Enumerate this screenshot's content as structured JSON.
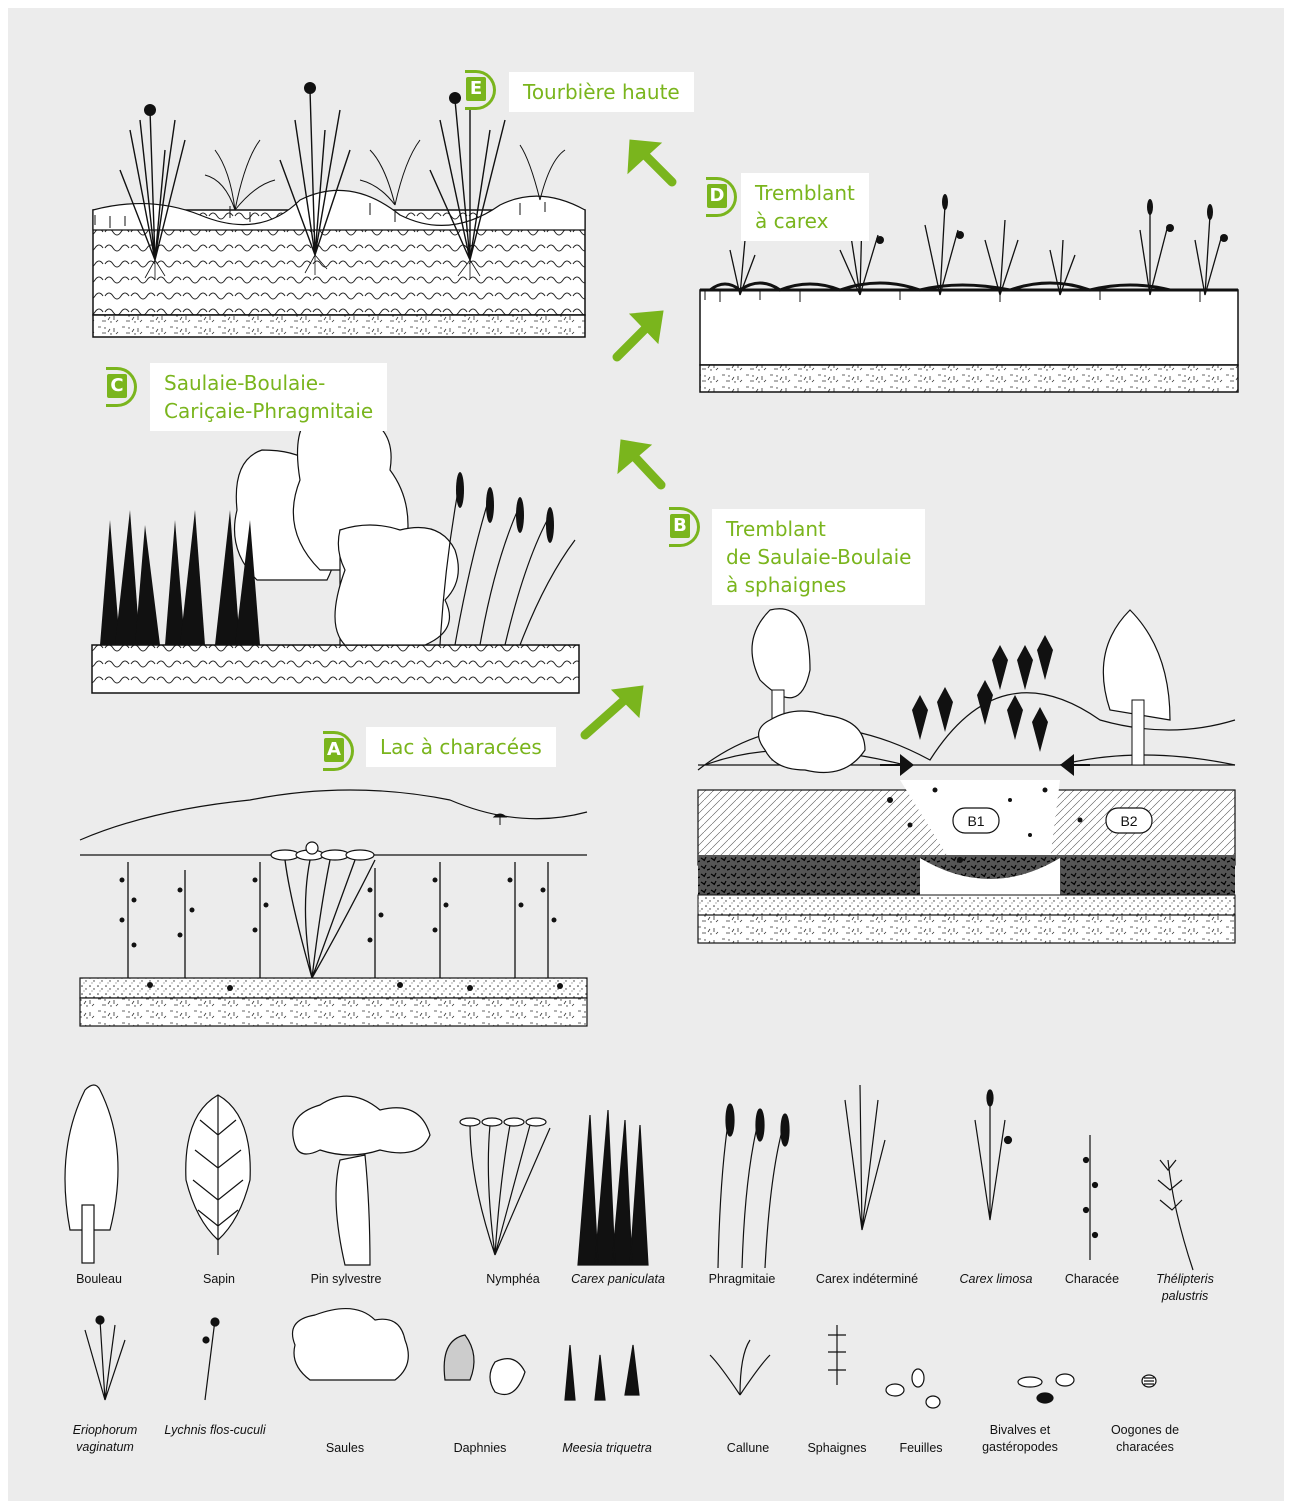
{
  "stages": {
    "a": {
      "letter": "A",
      "label": "Lac à characées"
    },
    "b": {
      "letter": "B",
      "line1": "Tremblant",
      "line2": "de Saulaie-Boulaie",
      "line3": "à sphaignes",
      "tag1": "B1",
      "tag2": "B2"
    },
    "c": {
      "letter": "C",
      "line1": "Saulaie-Boulaie-",
      "line2": "Cariçaie-Phragmitaie"
    },
    "d": {
      "letter": "D",
      "line1": "Tremblant",
      "line2": "à carex"
    },
    "e": {
      "letter": "E",
      "label": "Tourbière haute"
    }
  },
  "legend": [
    {
      "label": "Bouleau",
      "italic": false
    },
    {
      "label": "Sapin",
      "italic": false
    },
    {
      "label": "Pin sylvestre",
      "italic": false
    },
    {
      "label": "Nymphéa",
      "italic": false
    },
    {
      "label": "Carex paniculata",
      "italic": true
    },
    {
      "label": "Phragmitaie",
      "italic": false
    },
    {
      "label": "Carex indéterminé",
      "italic": false
    },
    {
      "label": "Carex limosa",
      "italic": true
    },
    {
      "label": "Characée",
      "italic": false
    },
    {
      "label": "Thélipteris palustris",
      "italic": true
    },
    {
      "label": "Eriophorum vaginatum",
      "italic": true
    },
    {
      "label": "Lychnis flos-cuculi",
      "italic": true
    },
    {
      "label": "Saules",
      "italic": false
    },
    {
      "label": "Daphnies",
      "italic": false
    },
    {
      "label": "Meesia triquetra",
      "italic": true
    },
    {
      "label": "Callune",
      "italic": false
    },
    {
      "label": "Sphaignes",
      "italic": false
    },
    {
      "label": "Feuilles",
      "italic": false
    },
    {
      "label": "Bivalves et gastéropodes",
      "italic": false
    },
    {
      "label": "Oogones de characées",
      "italic": false
    }
  ],
  "colors": {
    "accent": "#7ab51d",
    "panel": "#ececec",
    "ink": "#111111"
  },
  "icons": [
    "arrow-up-right-icon",
    "arrow-up-left-icon",
    "birch-icon",
    "fir-icon",
    "pine-icon",
    "waterlily-icon",
    "sedge-icon",
    "reed-icon",
    "chara-icon",
    "fern-icon",
    "willow-icon",
    "daphnia-icon",
    "moss-icon",
    "heather-icon",
    "sphagnum-icon",
    "leaf-icon",
    "shell-icon",
    "oogonia-icon"
  ]
}
